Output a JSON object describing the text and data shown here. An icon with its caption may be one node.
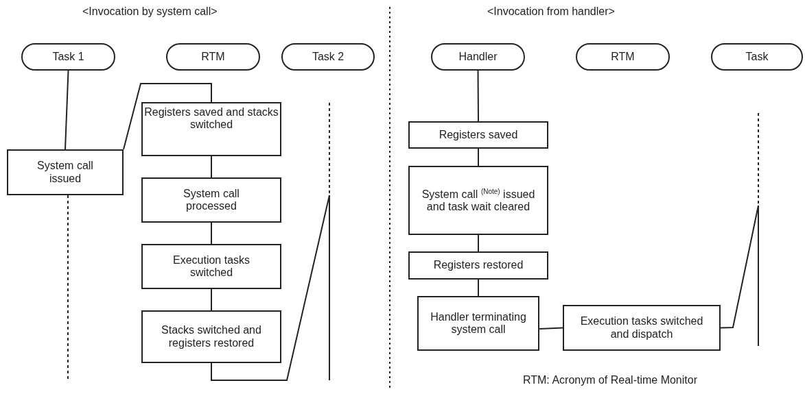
{
  "diagram": {
    "nodes": [
      {
        "text": [
          "Task 1"
        ]
      },
      {
        "text": [
          "RTM"
        ]
      },
      {
        "text": [
          "Task 2"
        ]
      },
      {
        "text": [
          "System call issued"
        ]
      },
      {
        "text": [
          "Registers saved and stacks switched"
        ]
      },
      {
        "text": [
          "System call processed"
        ]
      },
      {
        "text": [
          "Execution tasks switched"
        ]
      },
      {
        "text": [
          "Stacks switched and registers restored"
        ]
      },
      {
        "text": [
          "Handler"
        ]
      },
      {
        "text": [
          "RTM"
        ]
      },
      {
        "text": [
          "Task"
        ]
      },
      {
        "text": [
          "Registers saved"
        ]
      },
      {
        "text": [
          "System call $^{(Note)}$ issued and task wait cleared"
        ]
      },
      {
        "text": [
          "Registers restored"
        ]
      },
      {
        "text": [
          "Handler terminating system call"
        ]
      },
      {
        "text": [
          "Execution tasks switched and dispatch"
        ]
      }
    ],
    "edges": [
      {
        "from": 0,
        "to": 3,
        "arrow": "none"
      },
      {
        "from": 3,
        "to": 4,
        "arrow": "none"
      },
      {
        "from": 4,
        "to": 5,
        "arrow": "none"
      },
      {
        "from": 5,
        "to": 6,
        "arrow": "none"
      },
      {
        "from": 6,
        "to": 7,
        "arrow": "none"
      },
      {
        "from": 7,
        "to": null,
        "arrow": "none"
      },
      {
        "from": 8,
        "to": 11,
        "arrow": "none"
      },
      {
        "from": 11,
        "to": 12,
        "arrow": "none"
      },
      {
        "from": 12,
        "to": 13,
        "arrow": "none"
      },
      {
        "from": 13,
        "to": 14,
        "arrow": "none"
      },
      {
        "from": 14,
        "to": 15,
        "arrow": "none"
      },
      {
        "from": 15,
        "to": null,
        "arrow": "none"
      }
    ],
    "labels": [
      "<Invocation by system call>",
      "<Invocation from handler>",
      "RTM: Acronym of Real-time Monitor"
    ]
  }
}
